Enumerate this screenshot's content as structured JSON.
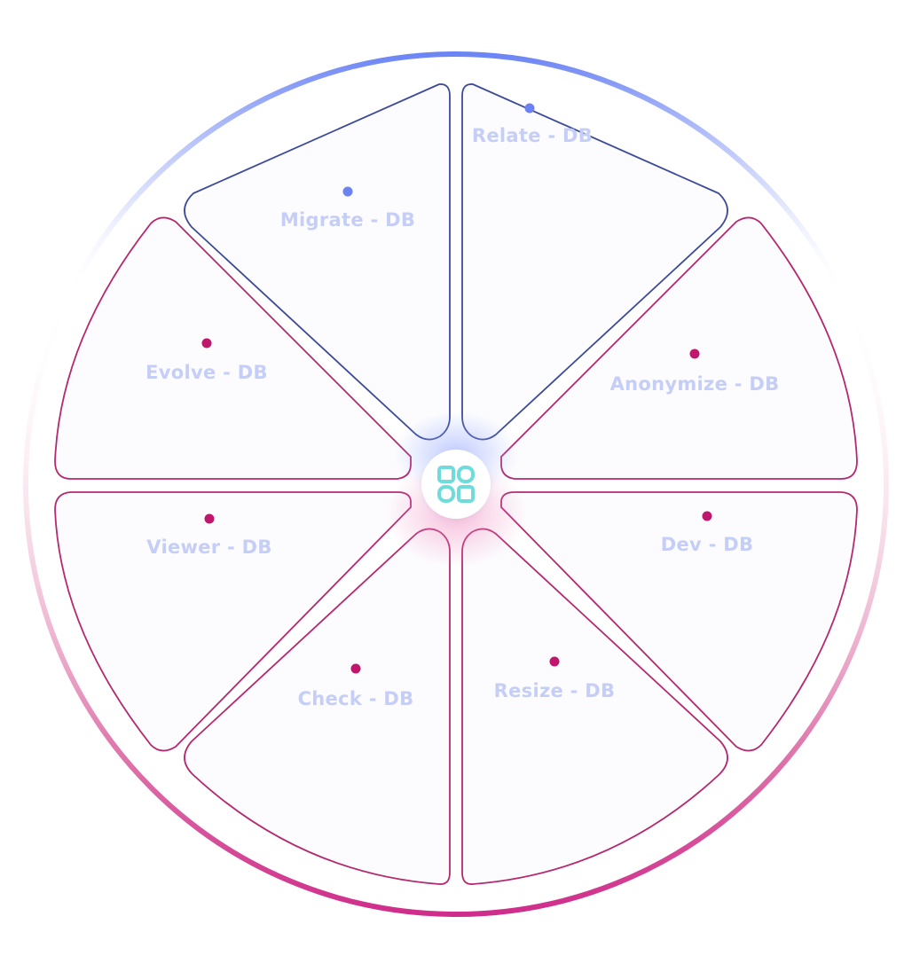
{
  "hub": {
    "icon": "grid-blocks-icon",
    "icon_color": "#6fdcdc"
  },
  "colors": {
    "label_text": "#c5cef6",
    "blue_outline": "#3c4a9a",
    "blue_dot": "#6a82f2",
    "pink_outline": "#b5296f",
    "pink_dot": "#c0176c",
    "ring_top": "#6c85f5",
    "ring_bottom": "#cf2d8a",
    "segment_fill": "#fcfcfe"
  },
  "segments": [
    {
      "id": "relate",
      "label": "Relate - DB",
      "theme": "blue"
    },
    {
      "id": "anonymize",
      "label": "Anonymize - DB",
      "theme": "pink"
    },
    {
      "id": "dev",
      "label": "Dev - DB",
      "theme": "pink"
    },
    {
      "id": "resize",
      "label": "Resize - DB",
      "theme": "pink"
    },
    {
      "id": "check",
      "label": "Check - DB",
      "theme": "pink"
    },
    {
      "id": "viewer",
      "label": "Viewer - DB",
      "theme": "pink"
    },
    {
      "id": "evolve",
      "label": "Evolve - DB",
      "theme": "pink"
    },
    {
      "id": "migrate",
      "label": "Migrate - DB",
      "theme": "blue"
    }
  ]
}
